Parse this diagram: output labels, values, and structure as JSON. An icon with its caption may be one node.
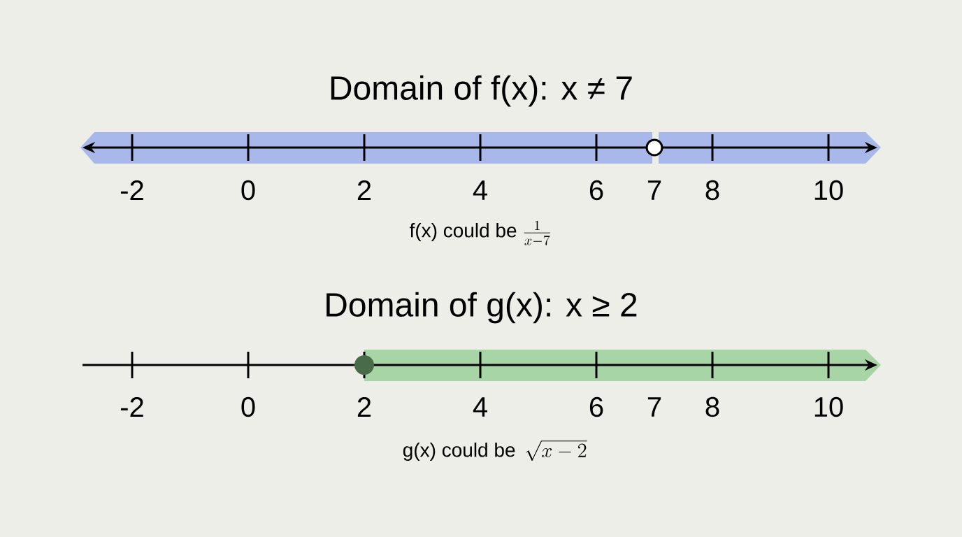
{
  "diagram": {
    "labels": [
      "Domain of f(x): x ≠ 7",
      "-2",
      "0",
      "2",
      "4",
      "6",
      "7",
      "8",
      "10",
      "f(x) could be",
      "\\frac{1}{x - 7}",
      "Domain of g(x): x ≥ 2",
      "-2",
      "0",
      "2",
      "4",
      "6",
      "7",
      "8",
      "10",
      "g(x) could be",
      "\\sqrt{x - 2}"
    ]
  }
}
